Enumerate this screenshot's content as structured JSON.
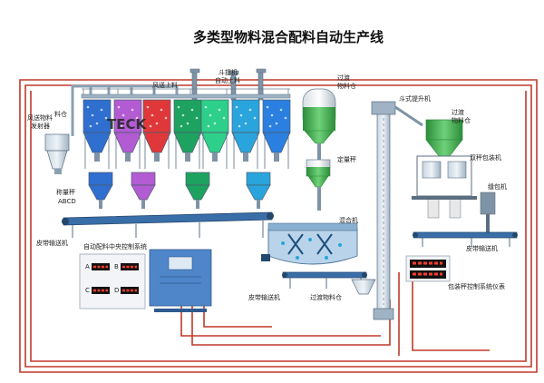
{
  "title": "多类型物料混合配料自动生产线",
  "labels": {
    "wind_feed_top": "风送上料",
    "bucket_elevator_feed": "斗提机",
    "bucket_elevator_feed_2": "自动上料",
    "wind_feeder_1": "风送物料",
    "wind_feeder_2": "发射器",
    "bin": "料仓",
    "weigh_abcd_1": "称量秤",
    "weigh_abcd_2": "ABCD",
    "belt_conveyor_left": "皮带输送机",
    "central_control": "自动配料中央控制系统",
    "transition_bin_top_1": "过渡",
    "transition_bin_top_2": "物料仓",
    "quant_scale": "定量秤",
    "mixer": "混合机",
    "belt_conveyor_bottom": "皮带输送机",
    "transition_bin_bottom": "过渡物料仓",
    "bucket_elevator": "斗式提升机",
    "transition_bin_right_1": "过渡",
    "transition_bin_right_2": "物料仓",
    "double_packer": "双秤包装机",
    "sewing_machine": "缝包机",
    "belt_conveyor_right": "皮带输送机",
    "packing_control": "包装秤控制系统仪表",
    "teck": "TECK",
    "panel_letters": [
      "A",
      "B",
      "C",
      "D"
    ]
  },
  "colors": {
    "silos": [
      "#2e6fd0",
      "#b35bd3",
      "#e0383a",
      "#1ea25f",
      "#2ecf8a",
      "#2aa4dc",
      "#2a7fe0"
    ],
    "pipe_red": "#c0392b",
    "steel": "#9fb3c4",
    "belt": "#3a6ea8",
    "cabinet": "#4f86c9",
    "tank_green": "#3aa846"
  }
}
